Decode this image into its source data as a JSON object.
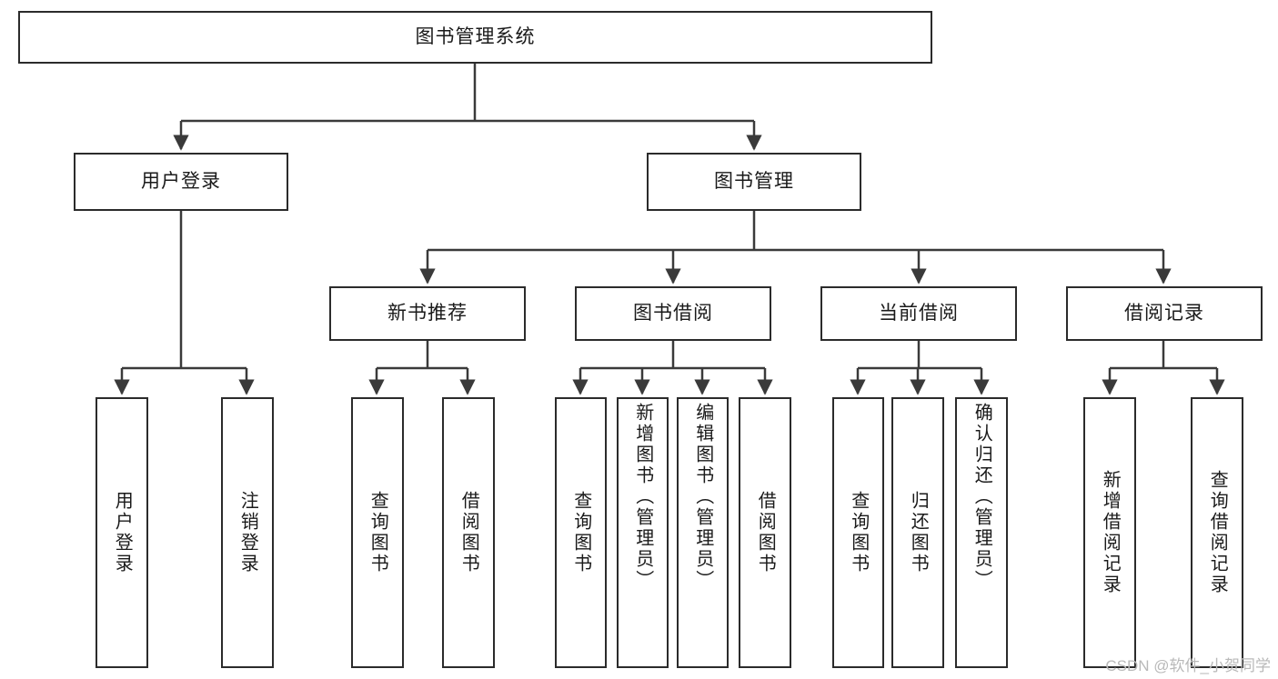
{
  "diagram": {
    "type": "tree",
    "title": "图书管理系统",
    "root": {
      "label": "图书管理系统"
    },
    "level1": [
      {
        "label": "用户登录"
      },
      {
        "label": "图书管理"
      }
    ],
    "level2": [
      {
        "label": "新书推荐"
      },
      {
        "label": "图书借阅"
      },
      {
        "label": "当前借阅"
      },
      {
        "label": "借阅记录"
      }
    ],
    "leaves": {
      "user_login": [
        {
          "label": "用户登录"
        },
        {
          "label": "注销登录"
        }
      ],
      "new_book_recommend": [
        {
          "label": "查询图书"
        },
        {
          "label": "借阅图书"
        }
      ],
      "book_borrow": [
        {
          "label": "查询图书"
        },
        {
          "label": "新增图书（管理员）"
        },
        {
          "label": "编辑图书（管理员）"
        },
        {
          "label": "借阅图书"
        }
      ],
      "current_borrow": [
        {
          "label": "查询图书"
        },
        {
          "label": "归还图书"
        },
        {
          "label": "确认归还（管理员）"
        }
      ],
      "borrow_record": [
        {
          "label": "新增借阅记录"
        },
        {
          "label": "查询借阅记录"
        }
      ]
    }
  },
  "watermark": {
    "text": "CSDN @软件_小贺同学"
  },
  "colors": {
    "box_border": "#2b2b2b",
    "box_fill": "#ffffff",
    "connector": "#3a3a3a",
    "text": "#1a1a1a",
    "watermark": "#b9b9b9"
  }
}
